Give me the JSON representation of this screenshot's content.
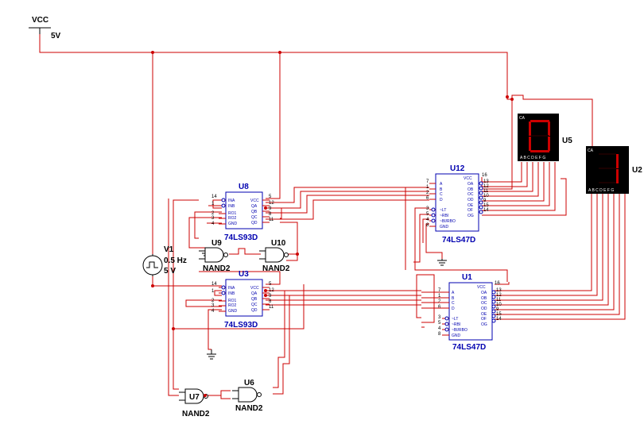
{
  "power": {
    "label": "VCC",
    "value": "5V"
  },
  "source": {
    "ref": "V1",
    "freq": "0.5 Hz",
    "amp": "5 V"
  },
  "counters": [
    {
      "ref": "U8",
      "part": "74LS93D",
      "pins_left": [
        "INA",
        "INB",
        "RO1",
        "RO2",
        "GND"
      ],
      "pins_right": [
        "VCC",
        "QA",
        "QB",
        "QC",
        "QD"
      ],
      "nums_left": [
        "14",
        "1",
        "2",
        "3",
        "4"
      ],
      "nums_right": [
        "5",
        "12",
        "9",
        "8",
        "11"
      ]
    },
    {
      "ref": "U3",
      "part": "74LS93D",
      "pins_left": [
        "INA",
        "INB",
        "RO1",
        "RO2",
        "GND"
      ],
      "pins_right": [
        "VCC",
        "QA",
        "QB",
        "QC",
        "QD"
      ],
      "nums_left": [
        "14",
        "1",
        "2",
        "3",
        "4"
      ],
      "nums_right": [
        "5",
        "12",
        "9",
        "8",
        "11"
      ]
    }
  ],
  "decoders": [
    {
      "ref": "U12",
      "part": "74LS47D",
      "pins_left": [
        "A",
        "B",
        "C",
        "D",
        "~LT",
        "~RBI",
        "~BI/RBO",
        "GND"
      ],
      "pins_right": [
        "VCC",
        "OA",
        "OB",
        "OC",
        "OD",
        "OE",
        "OF",
        "OG"
      ],
      "nums_left": [
        "7",
        "1",
        "2",
        "6",
        "3",
        "5",
        "4",
        "8"
      ],
      "nums_right": [
        "16",
        "13",
        "12",
        "11",
        "10",
        "9",
        "15",
        "14"
      ]
    },
    {
      "ref": "U1",
      "part": "74LS47D",
      "pins_left": [
        "A",
        "B",
        "C",
        "D",
        "~LT",
        "~RBI",
        "~BI/RBO",
        "GND"
      ],
      "pins_right": [
        "VCC",
        "OA",
        "OB",
        "OC",
        "OD",
        "OE",
        "OF",
        "OG"
      ],
      "nums_left": [
        "7",
        "1",
        "2",
        "6",
        "3",
        "5",
        "4",
        "8"
      ],
      "nums_right": [
        "16",
        "13",
        "12",
        "11",
        "10",
        "9",
        "15",
        "14"
      ]
    }
  ],
  "gates": [
    {
      "ref": "U9",
      "part": "NAND2"
    },
    {
      "ref": "U10",
      "part": "NAND2"
    },
    {
      "ref": "U7",
      "part": "NAND2"
    },
    {
      "ref": "U6",
      "part": "NAND2"
    }
  ],
  "displays": [
    {
      "ref": "U5",
      "digit": "0",
      "tag": "CA",
      "pins": "A B C D E F G"
    },
    {
      "ref": "U2",
      "digit": "1",
      "tag": "CA",
      "pins": "A B C D E F G"
    }
  ]
}
